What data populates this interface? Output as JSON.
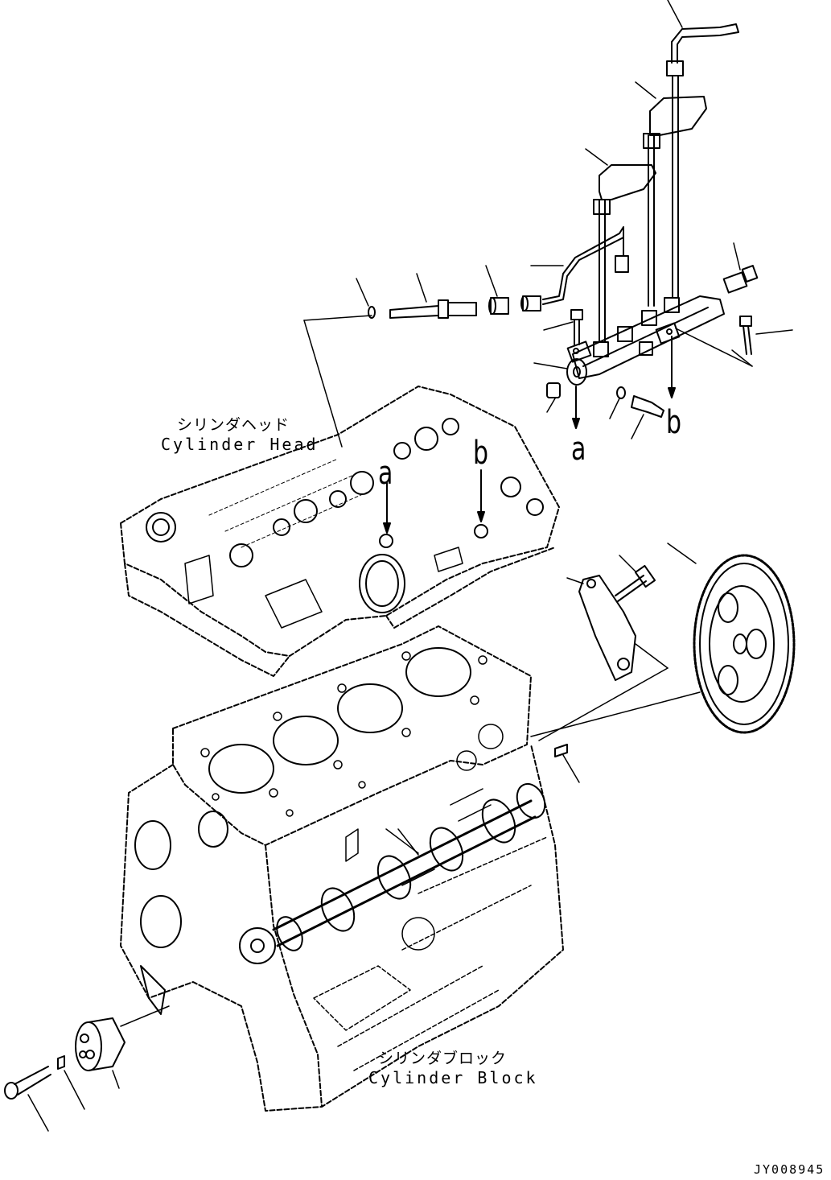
{
  "labels": {
    "cylinder_head_jp": "シリンダヘッド",
    "cylinder_head_en": "Cylinder Head",
    "cylinder_block_jp": "シリンダブロック",
    "cylinder_block_en": "Cylinder Block",
    "drawing_code": "JY008945"
  },
  "reference_marks": {
    "a_on_head": "a",
    "b_on_head": "b",
    "a_on_rail": "a",
    "b_on_rail": "b"
  },
  "colors": {
    "line": "#000000",
    "background": "#ffffff"
  }
}
